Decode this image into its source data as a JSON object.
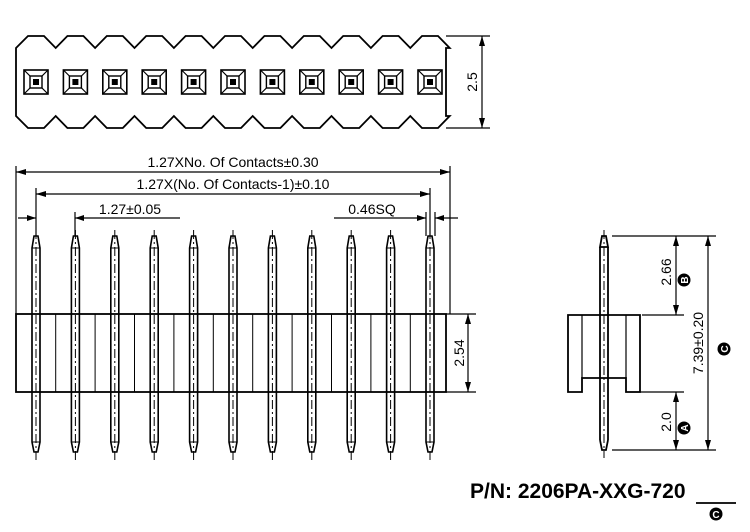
{
  "top_view": {
    "height_dim": "2.5",
    "contact_count": 11
  },
  "front_view": {
    "overall_length_dim": "1.27XNo. Of Contacts±0.30",
    "pin_span_dim": "1.27X(No. Of Contacts-1)±0.10",
    "pitch_dim": "1.27±0.05",
    "pin_size_dim": "0.46SQ",
    "body_height_dim": "2.54"
  },
  "side_view": {
    "upper_pin_dim": "2.66",
    "upper_pin_badge": "B",
    "total_length_dim": "7.39±0.20",
    "total_length_badge": "C",
    "lower_pin_dim": "2.0",
    "lower_pin_badge": "A"
  },
  "part_number": {
    "prefix": "P/N: 2206PA-XXG-",
    "suffix": "720",
    "badge": "C"
  }
}
